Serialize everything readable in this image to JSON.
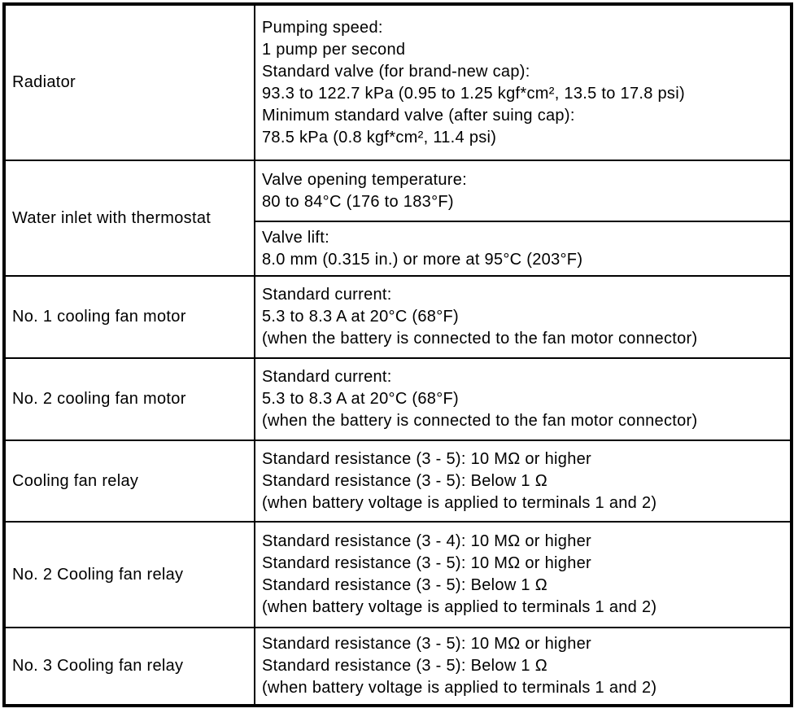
{
  "colors": {
    "background": "#ffffff",
    "border": "#000000",
    "text": "#000000"
  },
  "table": {
    "columns": [
      "component",
      "specification"
    ],
    "rows": [
      {
        "component": "Radiator",
        "cells": [
          {
            "lines": [
              "Pumping speed:",
              "1 pump per second",
              "Standard valve (for brand-new cap):",
              "93.3 to 122.7 kPa (0.95 to 1.25 kgf*cm², 13.5 to 17.8 psi)",
              "Minimum standard valve (after suing cap):",
              "78.5 kPa (0.8 kgf*cm², 11.4 psi)"
            ]
          }
        ]
      },
      {
        "component": "Water inlet with thermostat",
        "cells": [
          {
            "lines": [
              "Valve opening temperature:",
              "80 to 84°C (176 to 183°F)"
            ]
          },
          {
            "lines": [
              "Valve lift:",
              "8.0 mm (0.315 in.) or more at 95°C (203°F)"
            ]
          }
        ]
      },
      {
        "component": "No. 1 cooling fan motor",
        "cells": [
          {
            "lines": [
              "Standard current:",
              "5.3 to 8.3 A at 20°C (68°F)",
              "(when the battery is connected to the fan motor connector)"
            ]
          }
        ]
      },
      {
        "component": "No. 2 cooling fan motor",
        "cells": [
          {
            "lines": [
              "Standard current:",
              "5.3 to 8.3 A at 20°C (68°F)",
              "(when the battery is connected to the fan motor connector)"
            ]
          }
        ]
      },
      {
        "component": "Cooling fan relay",
        "cells": [
          {
            "lines": [
              "Standard resistance (3 - 5): 10 MΩ or higher",
              "Standard resistance (3 - 5): Below 1 Ω",
              "(when battery voltage is applied to terminals 1 and 2)"
            ]
          }
        ]
      },
      {
        "component": "No. 2 Cooling fan relay",
        "cells": [
          {
            "lines": [
              "Standard resistance (3 - 4): 10 MΩ or higher",
              "Standard resistance (3 - 5): 10 MΩ or higher",
              "Standard resistance (3 - 5): Below 1 Ω",
              "(when battery voltage is applied to terminals 1 and 2)"
            ]
          }
        ]
      },
      {
        "component": "No. 3 Cooling fan relay",
        "cells": [
          {
            "lines": [
              "Standard resistance (3 - 5): 10 MΩ or higher",
              "Standard resistance (3 - 5): Below 1 Ω",
              "(when battery voltage is applied to terminals 1 and 2)"
            ]
          }
        ]
      }
    ]
  }
}
